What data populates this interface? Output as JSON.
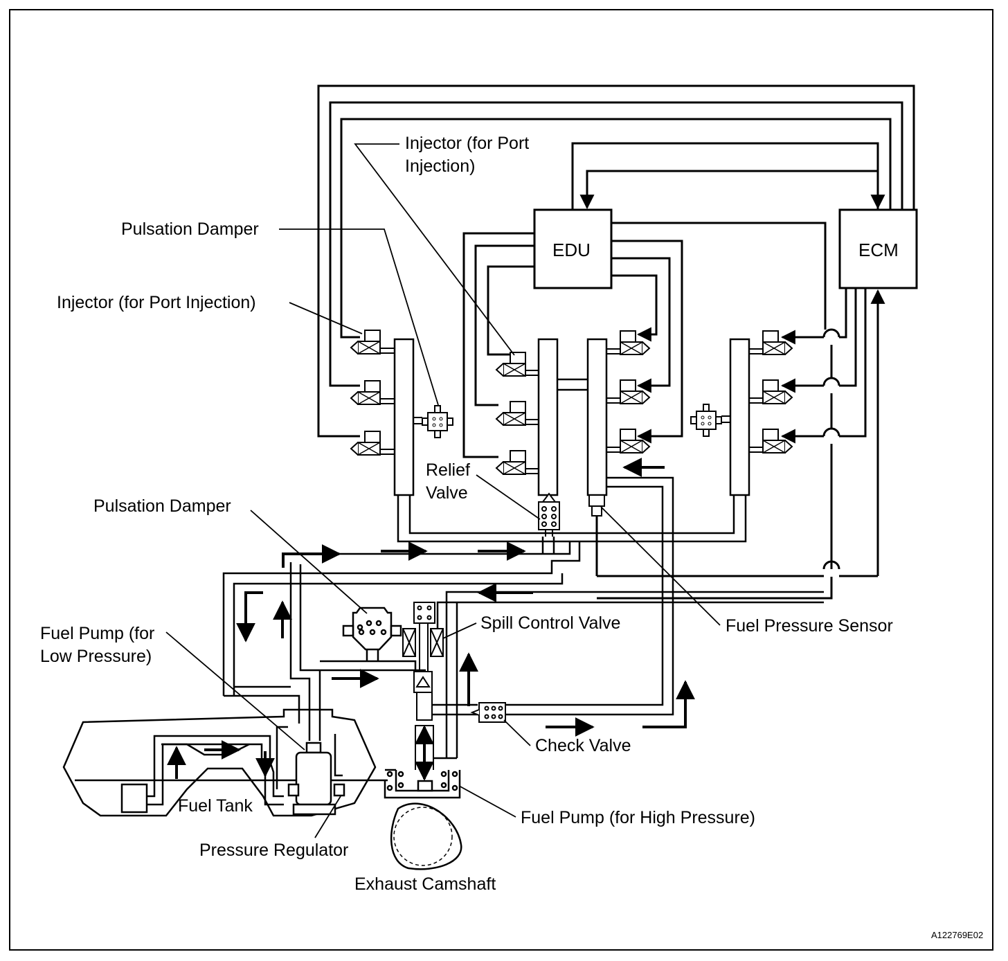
{
  "diagram": {
    "boxes": {
      "edu": "EDU",
      "ecm": "ECM"
    },
    "labels": {
      "injector_port_top": "Injector (for Port\nInjection)",
      "pulsation_damper_top": "Pulsation Damper",
      "injector_port_left": "Injector (for Port Injection)",
      "relief_valve": "Relief\nValve",
      "pulsation_damper_bottom": "Pulsation Damper",
      "spill_control_valve": "Spill Control Valve",
      "fuel_pressure_sensor": "Fuel Pressure Sensor",
      "fuel_pump_low": "Fuel Pump (for\nLow Pressure)",
      "check_valve": "Check Valve",
      "fuel_tank": "Fuel Tank",
      "fuel_pump_high": "Fuel Pump (for High Pressure)",
      "pressure_regulator": "Pressure Regulator",
      "exhaust_camshaft": "Exhaust Camshaft"
    },
    "figure_code": "A122769E02"
  }
}
